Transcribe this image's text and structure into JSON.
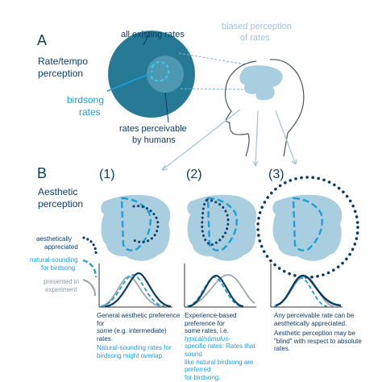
{
  "panel_a": {
    "letter": "A",
    "label": "Rate/tempo perception",
    "label_line1": "Rate/tempo",
    "label_line2": "perception",
    "all_rates": "all existing rates",
    "birdsong_line1": "birdsong",
    "birdsong_line2": "rates",
    "perceivable_line1": "rates perceivable",
    "perceivable_line2": "by humans",
    "biased_line1": "biased perception",
    "biased_line2": "of rates"
  },
  "panel_b": {
    "letter": "B",
    "label_line1": "Aesthetic",
    "label_line2": "perception",
    "col1": "(1)",
    "col2": "(2)",
    "col3": "(3)"
  },
  "legend": {
    "appreciated_line1": "aesthetically",
    "appreciated_line2": "appreciated",
    "natural_line1": "natural-sounding",
    "natural_line2": "for birdsong",
    "presented_line1": "presented in",
    "presented_line2": "experiment"
  },
  "captions": {
    "c1_l1": "General aesthetic preference for",
    "c1_l2a": "some",
    "c1_l2b": " (e.g. intermediate) rates.",
    "c1_b1": "Natural-sounding rates for",
    "c1_b2": "birdsong might overlap.",
    "c2_l1": "Experience-based preference for",
    "c2_l2a": "some rates, i.e. ",
    "c2_l2b": "typical/stimulus-",
    "c2_b1": "specific rates: Rates that sound",
    "c2_b2": "like natural birdsong are preferred",
    "c2_b3": "for birdsong.",
    "c3_l1": "Any perceivable rate can be",
    "c3_l2": "aesthetically appreciated.",
    "c3_b1": "Aesthetic perception may be",
    "c3_b2": "\"blind\" with respect to absolute",
    "c3_b3": "rates."
  },
  "colors": {
    "navy": "#0d3d63",
    "cyan": "#1e9ed6",
    "teal": "#267a96",
    "light_blue": "#a9cee0",
    "gray": "#9aa6ae"
  }
}
